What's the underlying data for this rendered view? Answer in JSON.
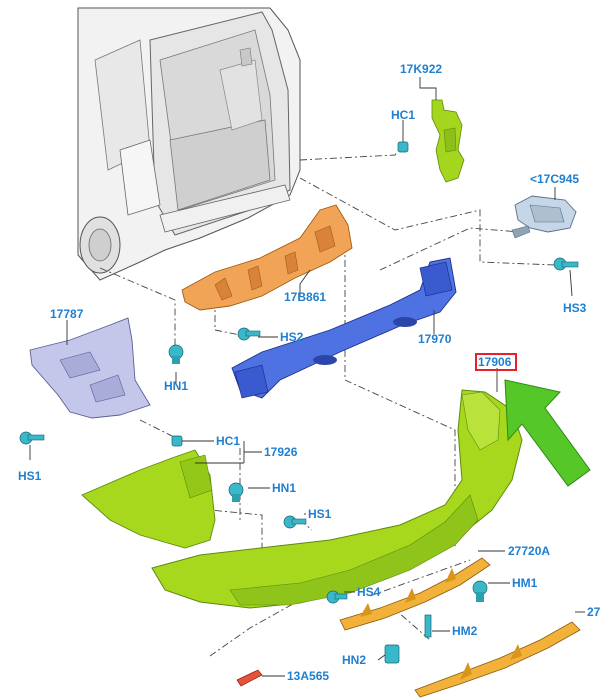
{
  "callouts": {
    "p17K922": "17K922",
    "hc1_top": "HC1",
    "p17C945": "<17C945",
    "hs3": "HS3",
    "p17787": "17787",
    "p17B861": "17B861",
    "hs2": "HS2",
    "hn1_left": "HN1",
    "p17970": "17970",
    "p17906": "17906",
    "hs1_left": "HS1",
    "hc1_mid": "HC1",
    "p17926": "17926",
    "hn1_mid": "HN1",
    "hs1_mid": "HS1",
    "p27720A": "27720A",
    "hm1": "HM1",
    "hs4": "HS4",
    "hm2": "HM2",
    "p27_right": "27",
    "hn2": "HN2",
    "p13A565": "13A565"
  },
  "colors": {
    "callout_text": "#1f7fd0",
    "highlight_box": "#e8202a",
    "bumper_green": "#a7d81e",
    "bracket_orange": "#f0a050",
    "beam_blue": "#4d6ee0",
    "vehicle_gray": "#eeeeee",
    "fastener_cyan": "#38b8c8",
    "arrow_green": "#55c728",
    "strip_orange": "#f2b138"
  }
}
